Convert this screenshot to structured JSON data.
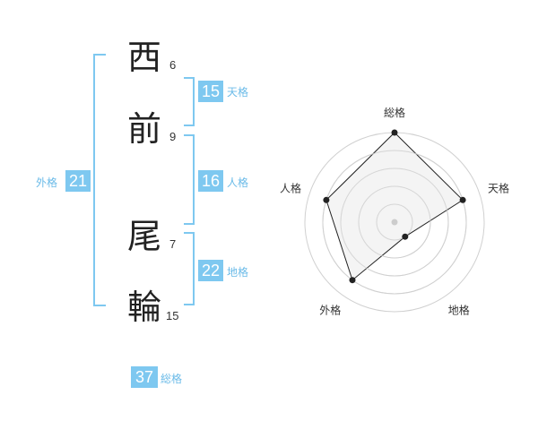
{
  "name": {
    "chars": [
      {
        "char": "西",
        "strokes": "6"
      },
      {
        "char": "前",
        "strokes": "9"
      },
      {
        "char": "尾",
        "strokes": "7"
      },
      {
        "char": "輪",
        "strokes": "15"
      }
    ]
  },
  "fortunes": {
    "tenkaku": {
      "value": "15",
      "label": "天格"
    },
    "jinkaku": {
      "value": "16",
      "label": "人格"
    },
    "chikaku": {
      "value": "22",
      "label": "地格"
    },
    "gaikaku": {
      "value": "21",
      "label": "外格"
    },
    "soukaku": {
      "value": "37",
      "label": "総格"
    }
  },
  "chart_data": {
    "type": "radar",
    "axes": [
      "総格",
      "天格",
      "地格",
      "外格",
      "人格"
    ],
    "values": [
      5,
      4,
      1,
      4,
      4
    ],
    "max": 5,
    "rings": 5,
    "colors": {
      "fill": "#f2f2f2",
      "line": "#222222",
      "grid": "#d0d0d0",
      "center": "#cccccc"
    }
  },
  "colors": {
    "accent": "#7ec8f0"
  }
}
